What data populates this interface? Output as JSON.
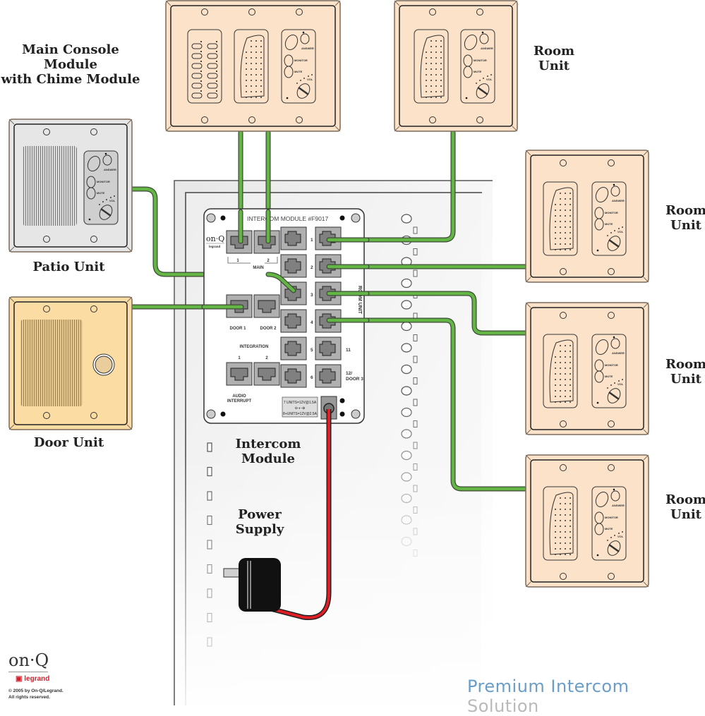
{
  "title": "Premium Intercom Solution",
  "tagline": {
    "part1": "Premium Intercom",
    "part2": " Solution"
  },
  "colors": {
    "wire_green": "#63b545",
    "wire_outline": "#3c4a34",
    "power_red": "#e01e26",
    "faceplate_ivory": "#fbe2c8",
    "faceplate_almond": "#fbdca3",
    "faceplate_silver": "#e6e6e6",
    "tagline_blue": "#6a9ec9",
    "tagline_gray": "#b9b9b9",
    "legrand_red": "#d21f2b"
  },
  "labels": {
    "main_console": [
      "Main Console Module",
      "with Chime Module"
    ],
    "patio_unit": "Patio Unit",
    "door_unit": "Door Unit",
    "room_unit": [
      "Room",
      "Unit"
    ],
    "intercom_module": [
      "Intercom",
      "Module"
    ],
    "power_supply": [
      "Power",
      "Supply"
    ]
  },
  "control_panel": {
    "answer": "ANSWER",
    "monitor": "MONITOR",
    "mute": "MUTE",
    "vol": "VOL"
  },
  "module": {
    "title": "INTERCOM MODULE #F9017",
    "logo": "on·Q",
    "logo_sub": "legrand",
    "main_label": "MAIN",
    "main_ports": [
      "1",
      "2"
    ],
    "door_ports": [
      "DOOR 1",
      "DOOR 2"
    ],
    "integration_label": "INTEGRATION",
    "integration_ports": [
      "1",
      "2"
    ],
    "audio_interrupt": [
      "AUDIO",
      "INTERRUPT"
    ],
    "room_unit_label": "ROOM UNIT",
    "left_column_numbers": [
      "1",
      "2",
      "3",
      "4",
      "5",
      "6"
    ],
    "right_column_numbers": [
      "",
      "",
      "",
      "",
      "11",
      "12/ DOOR 3"
    ],
    "power_spec": [
      "7 UNITS=12V@1.5A",
      "⊖-◐-⊕",
      "8+UNITS=12V@2.5A"
    ]
  },
  "connections": [
    {
      "from": "Main Console Module",
      "to": "MAIN 1"
    },
    {
      "from": "Main Console Module",
      "to": "MAIN 2"
    },
    {
      "from": "Patio Unit",
      "to": "Room Port 3 (left column)"
    },
    {
      "from": "Door Unit",
      "to": "DOOR 1"
    },
    {
      "from": "Room Unit (top)",
      "to": "Room Port 1"
    },
    {
      "from": "Room Unit (right 1)",
      "to": "Room Port 2"
    },
    {
      "from": "Room Unit (right 2)",
      "to": "Room Port 3"
    },
    {
      "from": "Room Unit (right 3)",
      "to": "Room Port 4"
    },
    {
      "from": "Power Supply",
      "to": "Power jack"
    }
  ],
  "footer": {
    "logo": "on·Q",
    "brand": "legrand",
    "copyright": [
      "© 2005 by On-Q/Legrand.",
      "All rights reserved."
    ]
  }
}
